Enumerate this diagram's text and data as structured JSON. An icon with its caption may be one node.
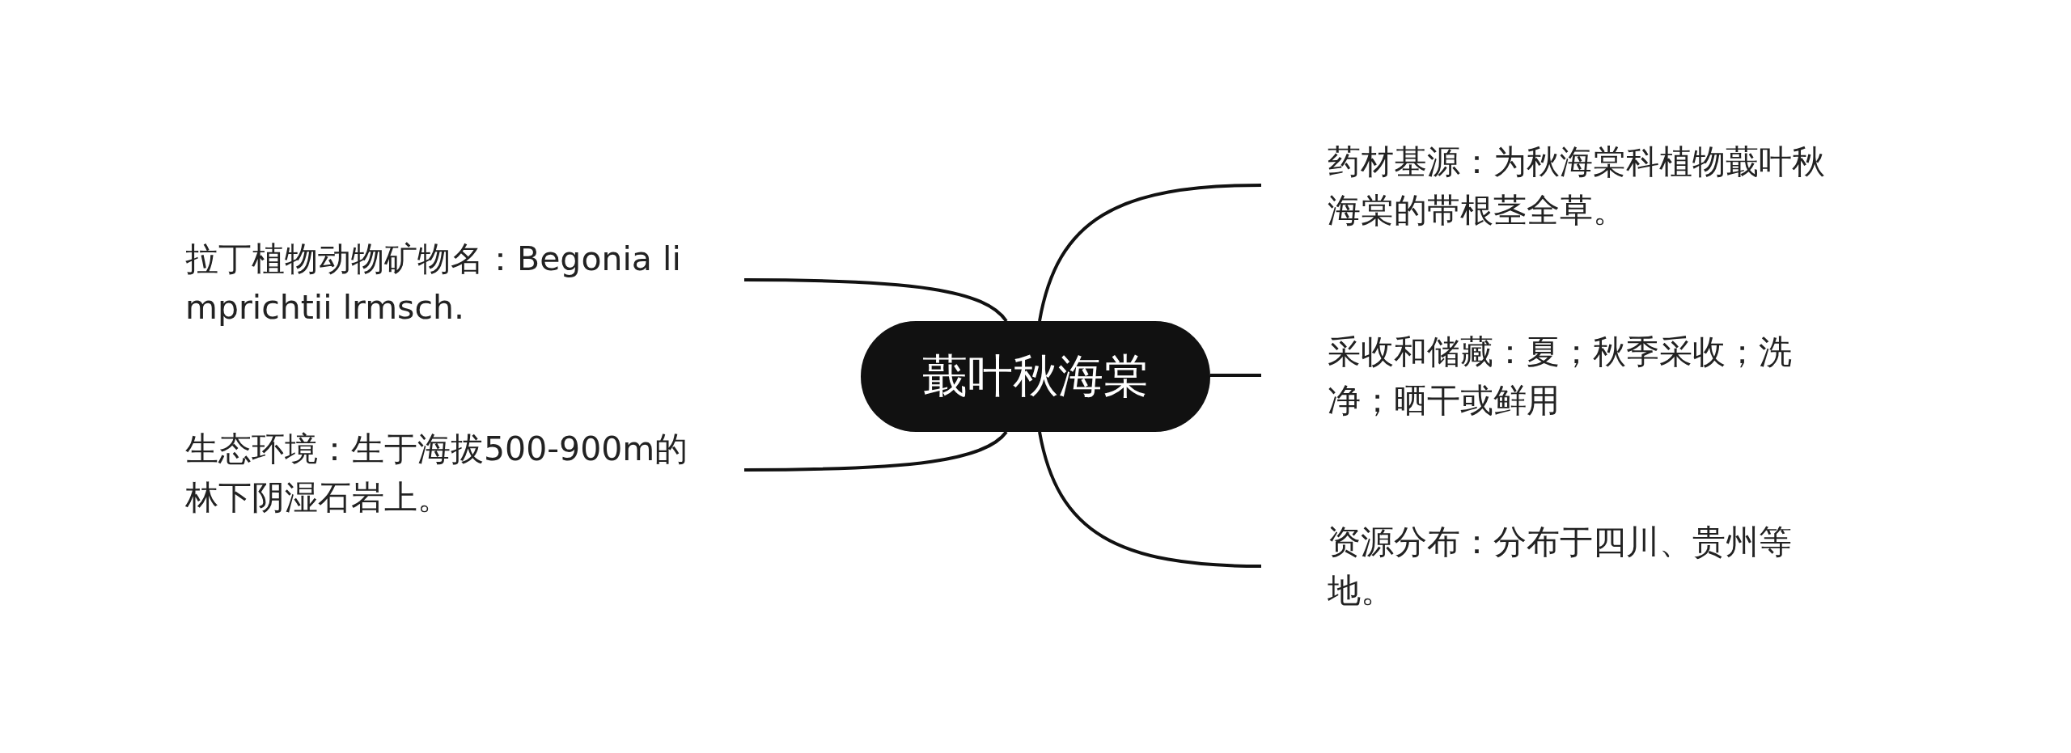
{
  "diagram": {
    "nodes": [
      {
        "text": [
          "蕺叶秋海棠"
        ]
      },
      {
        "text": [
          "拉丁植物动物矿物名：Begonia limprichtii lrmsch."
        ]
      },
      {
        "text": [
          "生态环境：生于海拔500-900m的林下阴湿石岩上。"
        ]
      },
      {
        "text": [
          "药材基源：为秋海棠科植物蕺叶秋海棠的带根茎全草。"
        ]
      },
      {
        "text": [
          "采收和储藏：夏；秋季采收；洗净；晒干或鲜用"
        ]
      },
      {
        "text": [
          "资源分布：分布于四川、贵州等地。"
        ]
      }
    ],
    "edges": [
      {
        "from": 0,
        "to": 1,
        "arrow": "none"
      },
      {
        "from": 0,
        "to": 2,
        "arrow": "none"
      },
      {
        "from": 0,
        "to": 3,
        "arrow": "none"
      },
      {
        "from": 0,
        "to": 4,
        "arrow": "none"
      },
      {
        "from": 0,
        "to": 5,
        "arrow": "none"
      }
    ]
  }
}
